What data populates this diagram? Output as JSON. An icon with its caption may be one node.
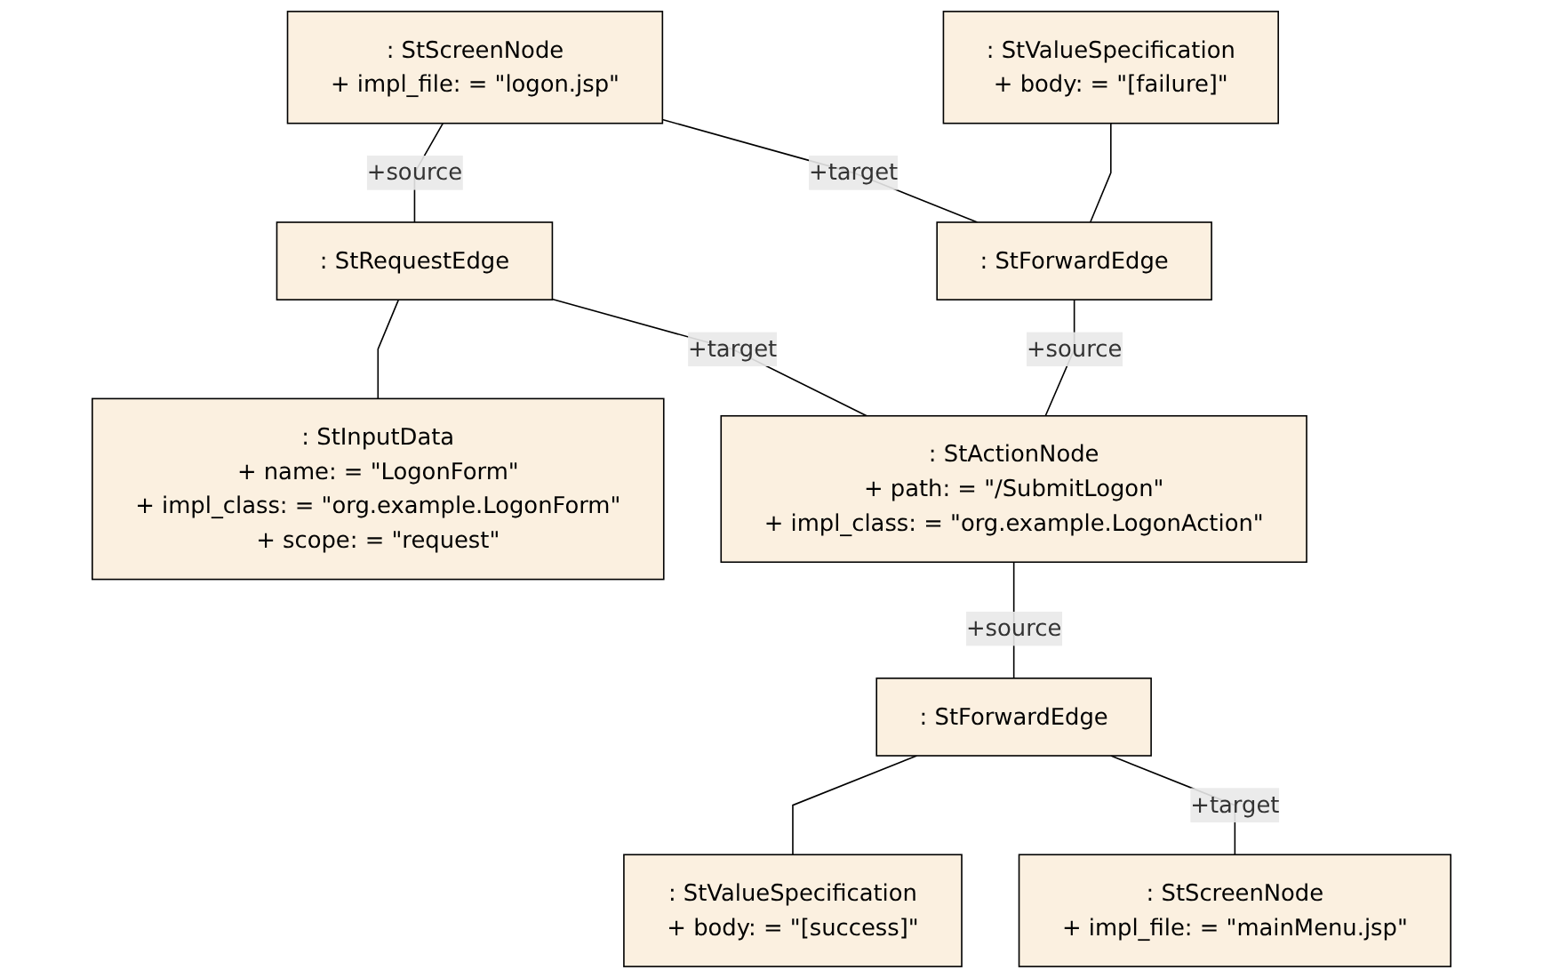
{
  "diagram": {
    "nodes": [
      {
        "text": [
          ": StScreenNode",
          "+ impl_file: = \"logon.jsp\""
        ]
      },
      {
        "text": [
          ": StValueSpecification",
          "+ body: = \"[failure]\""
        ]
      },
      {
        "text": [
          ": StInputData",
          "+ name: = \"LogonForm\"",
          "+ impl_class: = \"org.example.LogonForm\"",
          "+ scope: = \"request\""
        ]
      },
      {
        "text": [
          ": StRequestEdge"
        ]
      },
      {
        "text": [
          ": StForwardEdge"
        ]
      },
      {
        "text": [
          ": StActionNode",
          "+ path: = \"/SubmitLogon\"",
          "+ impl_class: = \"org.example.LogonAction\""
        ]
      },
      {
        "text": [
          ": StForwardEdge"
        ]
      },
      {
        "text": [
          ": StValueSpecification",
          "+ body: = \"[success]\""
        ]
      },
      {
        "text": [
          ": StScreenNode",
          "+ impl_file: = \"mainMenu.jsp\""
        ]
      }
    ],
    "edges": [
      {
        "from": 0,
        "to": 3,
        "arrow": "none",
        "label": "+source"
      },
      {
        "from": 0,
        "to": 4,
        "arrow": "none",
        "label": "+target"
      },
      {
        "from": 1,
        "to": 4,
        "arrow": "none"
      },
      {
        "from": 2,
        "to": 3,
        "arrow": "none"
      },
      {
        "from": 3,
        "to": 5,
        "arrow": "none",
        "label": "+target"
      },
      {
        "from": 4,
        "to": 5,
        "arrow": "none",
        "label": "+source"
      },
      {
        "from": 5,
        "to": 6,
        "arrow": "none",
        "label": "+source"
      },
      {
        "from": 6,
        "to": 7,
        "arrow": "none"
      },
      {
        "from": 6,
        "to": 8,
        "arrow": "none",
        "label": "+target"
      }
    ]
  }
}
